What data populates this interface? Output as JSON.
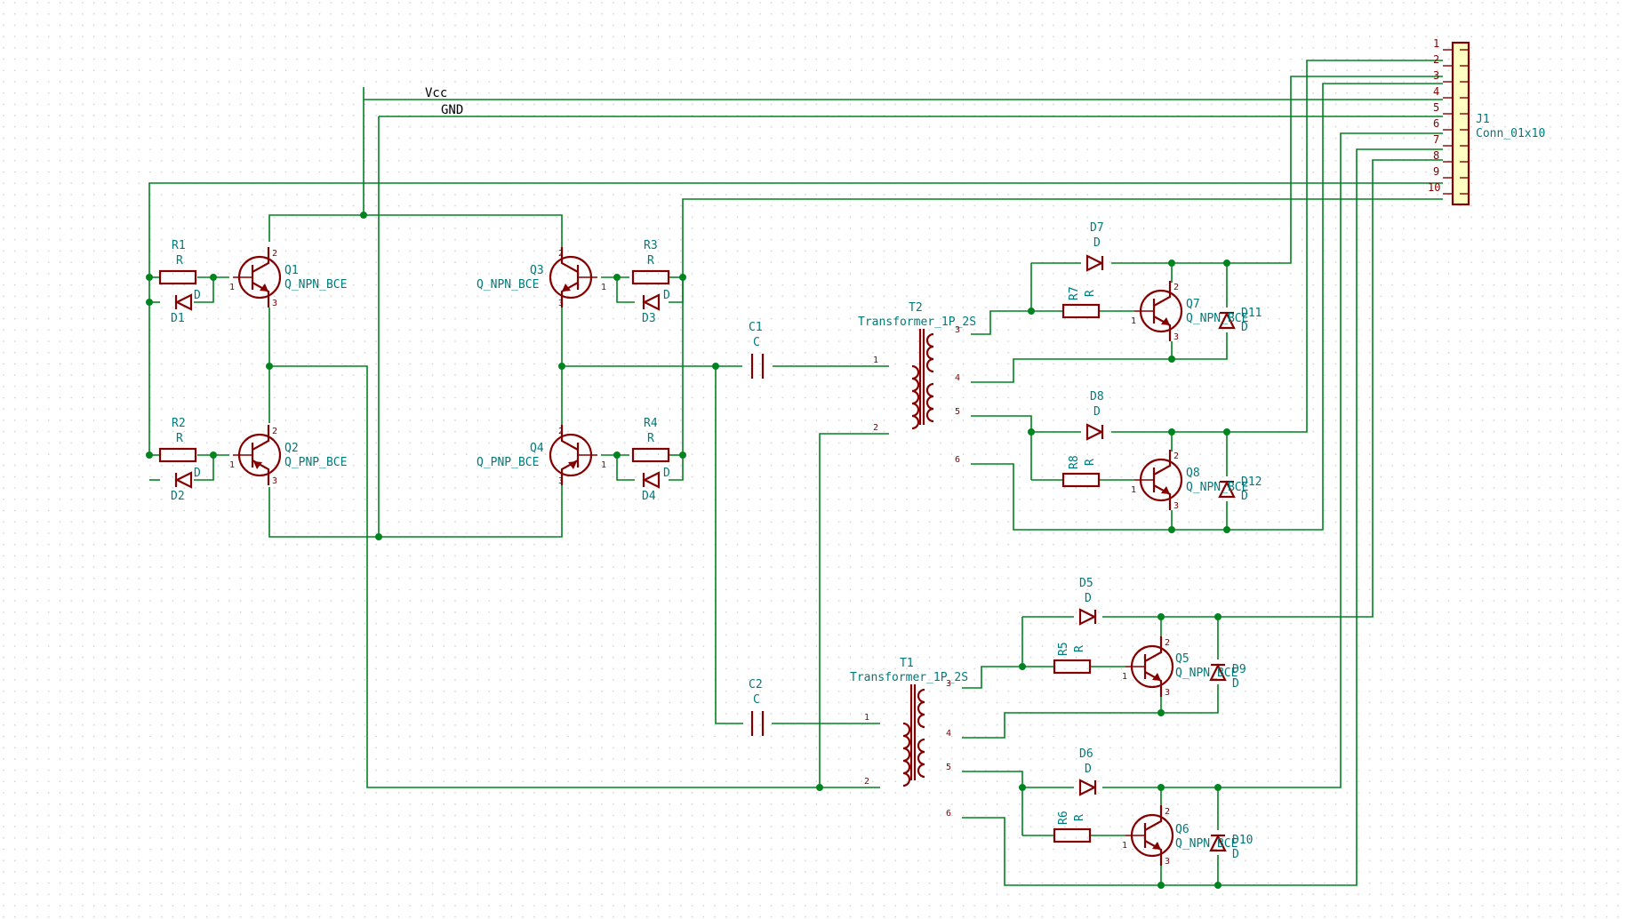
{
  "colors": {
    "wire": "#00841f",
    "component": "#840000",
    "reference": "#007a7a",
    "grid": "#c8c8c8",
    "background": "#ffffff"
  },
  "nets": {
    "vcc": "Vcc",
    "gnd": "GND"
  },
  "connector": {
    "ref": "J1",
    "value": "Conn_01x10",
    "pins": [
      "1",
      "2",
      "3",
      "4",
      "5",
      "6",
      "7",
      "8",
      "9",
      "10"
    ]
  },
  "resistors": {
    "R1": {
      "ref": "R1",
      "value": "R"
    },
    "R2": {
      "ref": "R2",
      "value": "R"
    },
    "R3": {
      "ref": "R3",
      "value": "R"
    },
    "R4": {
      "ref": "R4",
      "value": "R"
    },
    "R5": {
      "ref": "R5",
      "value": "R"
    },
    "R6": {
      "ref": "R6",
      "value": "R"
    },
    "R7": {
      "ref": "R7",
      "value": "R"
    },
    "R8": {
      "ref": "R8",
      "value": "R"
    }
  },
  "diodes": {
    "D1": {
      "ref": "D1",
      "value": "D"
    },
    "D2": {
      "ref": "D2",
      "value": "D"
    },
    "D3": {
      "ref": "D3",
      "value": "D"
    },
    "D4": {
      "ref": "D4",
      "value": "D"
    },
    "D5": {
      "ref": "D5",
      "value": "D"
    },
    "D6": {
      "ref": "D6",
      "value": "D"
    },
    "D7": {
      "ref": "D7",
      "value": "D"
    },
    "D8": {
      "ref": "D8",
      "value": "D"
    },
    "D9": {
      "ref": "D9",
      "value": "D"
    },
    "D10": {
      "ref": "D10",
      "value": "D"
    },
    "D11": {
      "ref": "D11",
      "value": "D"
    },
    "D12": {
      "ref": "D12",
      "value": "D"
    }
  },
  "transistors": {
    "Q1": {
      "ref": "Q1",
      "value": "Q_NPN_BCE"
    },
    "Q2": {
      "ref": "Q2",
      "value": "Q_PNP_BCE"
    },
    "Q3": {
      "ref": "Q3",
      "value": "Q_NPN_BCE"
    },
    "Q4": {
      "ref": "Q4",
      "value": "Q_PNP_BCE"
    },
    "Q5": {
      "ref": "Q5",
      "value": "Q_NPN_BCE"
    },
    "Q6": {
      "ref": "Q6",
      "value": "Q_NPN_BCE"
    },
    "Q7": {
      "ref": "Q7",
      "value": "Q_NPN_BCE"
    },
    "Q8": {
      "ref": "Q8",
      "value": "Q_NPN_BCE"
    }
  },
  "capacitors": {
    "C1": {
      "ref": "C1",
      "value": "C"
    },
    "C2": {
      "ref": "C2",
      "value": "C"
    }
  },
  "transformers": {
    "T1": {
      "ref": "T1",
      "value": "Transformer_1P_2S"
    },
    "T2": {
      "ref": "T2",
      "value": "Transformer_1P_2S"
    }
  },
  "pin_numbers": {
    "p1": "1",
    "p2": "2",
    "p3": "3",
    "p4": "4",
    "p5": "5",
    "p6": "6"
  }
}
